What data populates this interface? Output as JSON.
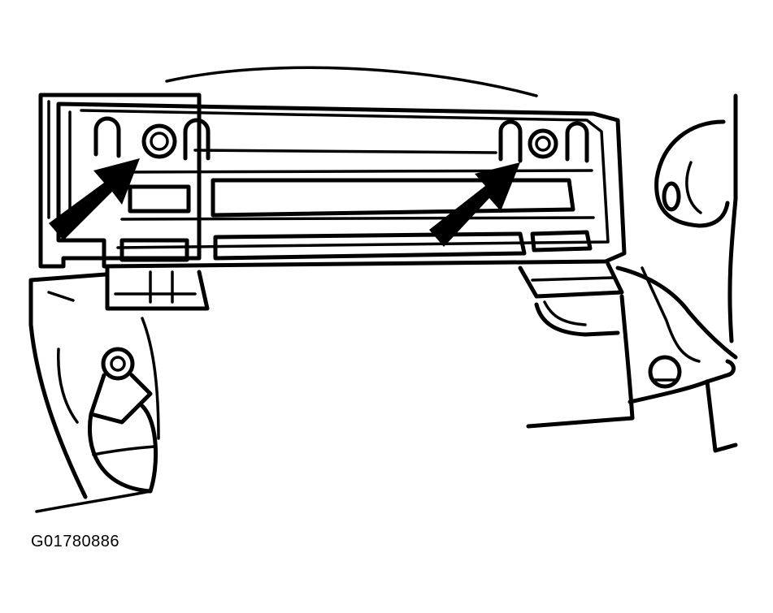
{
  "figure": {
    "id_label": "G01780886"
  },
  "colors": {
    "ink": "#000000",
    "background": "#ffffff"
  },
  "callouts": [
    {
      "name": "left-arrow",
      "points_to": "left-bracket-nut"
    },
    {
      "name": "right-arrow",
      "points_to": "right-bracket-nut"
    }
  ]
}
